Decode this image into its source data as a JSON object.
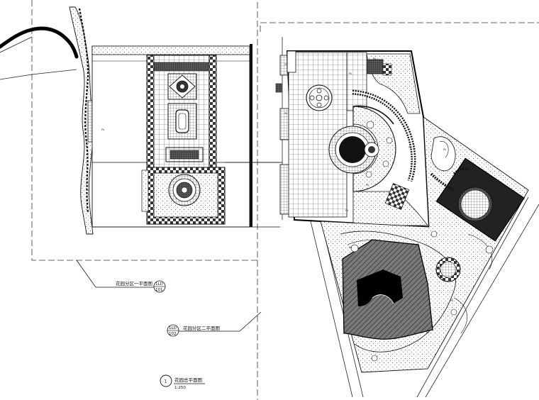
{
  "title_block": {
    "zone1": {
      "label": "花园分区一平面图",
      "ref_top": "1LD",
      "ref_bottom": "101"
    },
    "zone2": {
      "label": "花园分区二平面图",
      "ref_top": "1LD",
      "ref_bottom": "102"
    },
    "overall": {
      "number": "1",
      "label": "花园总平面图",
      "scale": "1:250"
    }
  },
  "plant_tags": [
    "PA",
    "PA",
    "PA",
    "PA",
    "PA",
    "PA",
    "PA",
    "PA",
    "PA",
    "PA",
    "PA",
    "PA"
  ],
  "colors": {
    "ink": "#111111",
    "paving_dark": "#3a3a3a",
    "paving_mid": "#7a7a7a",
    "background": "#ffffff"
  }
}
